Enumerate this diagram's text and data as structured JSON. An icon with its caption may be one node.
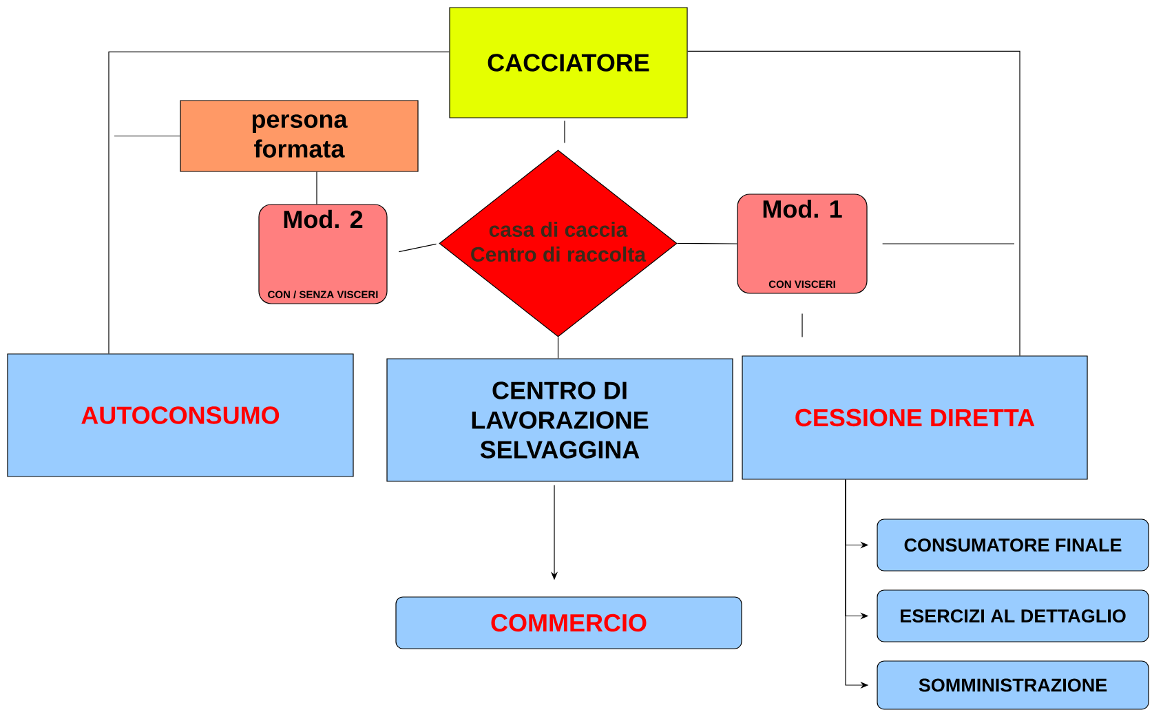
{
  "diagram": {
    "nodes": [
      {
        "text": [
          "CACCIATORE"
        ]
      },
      {
        "text": [
          "persona formata"
        ]
      },
      {
        "text": [
          "Mod. 2",
          "CON / SENZA VISCERI"
        ]
      },
      {
        "text": [
          "casa di caccia Centro di raccolta"
        ]
      },
      {
        "text": [
          "Mod. 1",
          "CON VISCERI"
        ]
      },
      {
        "text": [
          "AUTOCONSUMO"
        ]
      },
      {
        "text": [
          "CENTRO DI LAVORAZIONE SELVAGGINA"
        ]
      },
      {
        "text": [
          "CESSIONE DIRETTA"
        ]
      },
      {
        "text": [
          "COMMERCIO"
        ]
      },
      {
        "text": [
          "CONSUMATORE FINALE"
        ]
      },
      {
        "text": [
          "ESERCIZI AL DETTAGLIO"
        ]
      },
      {
        "text": [
          "SOMMINISTRAZIONE"
        ]
      }
    ],
    "edges": [
      {
        "from": 0,
        "to": 5,
        "arrow": "none"
      },
      {
        "from": 0,
        "to": 7,
        "arrow": "none"
      },
      {
        "from": 0,
        "to": 3,
        "arrow": "none"
      },
      {
        "from": 1,
        "to": null,
        "arrow": "none"
      },
      {
        "from": 1,
        "to": 2,
        "arrow": "none"
      },
      {
        "from": 2,
        "to": 3,
        "arrow": "none"
      },
      {
        "from": 3,
        "to": 4,
        "arrow": "none"
      },
      {
        "from": 4,
        "to": null,
        "arrow": "none"
      },
      {
        "from": 4,
        "to": 7,
        "arrow": "none"
      },
      {
        "from": 3,
        "to": 6,
        "arrow": "none"
      },
      {
        "from": 6,
        "to": 8,
        "arrow": "to"
      },
      {
        "from": 7,
        "to": 9,
        "arrow": "to"
      },
      {
        "from": 7,
        "to": 10,
        "arrow": "to"
      },
      {
        "from": 7,
        "to": 11,
        "arrow": "to"
      }
    ]
  }
}
